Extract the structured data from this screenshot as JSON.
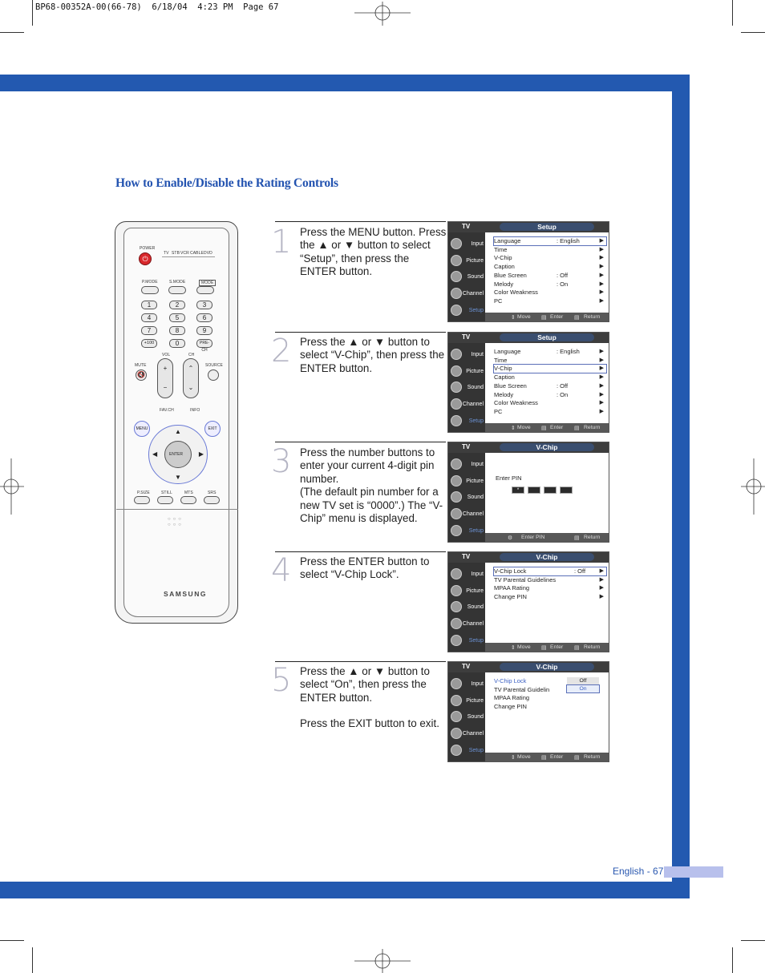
{
  "print_header": "BP68-00352A-00(66-78)  6/18/04  4:23 PM  Page 67",
  "heading": "How to Enable/Disable the Rating Controls",
  "footer": "English - 67",
  "colors": {
    "band": "#2359b0",
    "heading": "#2353b0",
    "footer_tab": "#b8c0ec"
  },
  "remote": {
    "brand": "SAMSUNG",
    "power_label": "POWER",
    "source_labels": [
      "TV",
      "STB",
      "VCR",
      "CABLE",
      "DVD"
    ],
    "mode_labels": [
      "P.MODE",
      "S.MODE",
      "MODE"
    ],
    "numbers": [
      "1",
      "2",
      "3",
      "4",
      "5",
      "6",
      "7",
      "8",
      "9",
      "+100",
      "0",
      "PRE-CH"
    ],
    "mid_labels": [
      "MUTE",
      "VOL",
      "CH",
      "SOURCE"
    ],
    "nav_labels": [
      "MENU",
      "FAV.CH",
      "INFO",
      "EXIT",
      "ENTER"
    ],
    "bottom_labels": [
      "P.SIZE",
      "STILL",
      "MTS",
      "SRS"
    ]
  },
  "steps": [
    {
      "num": "1",
      "lines": [
        "Press the MENU button. Press the ▲ or ▼ button to select “Setup”, then press the ENTER button."
      ]
    },
    {
      "num": "2",
      "lines": [
        "Press the ▲ or ▼ button to select “V-Chip”, then press the ENTER button."
      ]
    },
    {
      "num": "3",
      "lines": [
        "Press the number buttons to enter your current 4-digit pin number.",
        "(The default pin number for a new TV set is “0000”.) The “V-Chip” menu is displayed."
      ]
    },
    {
      "num": "4",
      "lines": [
        "Press the ENTER button to select “V-Chip Lock”."
      ]
    },
    {
      "num": "5",
      "lines": [
        "Press the ▲ or ▼ button to select “On”, then press the ENTER button.",
        "Press the EXIT button to exit."
      ]
    }
  ],
  "osd_common": {
    "tv_label": "TV",
    "sidebar": [
      "Input",
      "Picture",
      "Sound",
      "Channel",
      "Setup"
    ],
    "footer": {
      "move": "Move",
      "enter": "Enter",
      "return": "Return",
      "enter_pin": "Enter PIN"
    }
  },
  "screens": [
    {
      "title": "Setup",
      "selected": 0,
      "rows": [
        {
          "label": "Language",
          "value": ": English"
        },
        {
          "label": "Time",
          "value": ""
        },
        {
          "label": "V-Chip",
          "value": ""
        },
        {
          "label": "Caption",
          "value": ""
        },
        {
          "label": "Blue Screen",
          "value": ": Off"
        },
        {
          "label": "Melody",
          "value": ": On"
        },
        {
          "label": "Color Weakness",
          "value": ""
        },
        {
          "label": "PC",
          "value": ""
        }
      ]
    },
    {
      "title": "Setup",
      "selected": 2,
      "rows": [
        {
          "label": "Language",
          "value": ": English"
        },
        {
          "label": "Time",
          "value": ""
        },
        {
          "label": "V-Chip",
          "value": ""
        },
        {
          "label": "Caption",
          "value": ""
        },
        {
          "label": "Blue Screen",
          "value": ": Off"
        },
        {
          "label": "Melody",
          "value": ": On"
        },
        {
          "label": "Color Weakness",
          "value": ""
        },
        {
          "label": "PC",
          "value": ""
        }
      ]
    },
    {
      "title": "V-Chip",
      "pin_label": "Enter PIN",
      "pin_first": "*"
    },
    {
      "title": "V-Chip",
      "selected": 0,
      "rows": [
        {
          "label": "V-Chip Lock",
          "value": ": Off"
        },
        {
          "label": "TV Parental Guidelines",
          "value": ""
        },
        {
          "label": "MPAA Rating",
          "value": ""
        },
        {
          "label": "Change PIN",
          "value": ""
        }
      ]
    },
    {
      "title": "V-Chip",
      "rows": [
        {
          "label": "V-Chip Lock",
          "value": ""
        },
        {
          "label": "TV Parental Guidelin",
          "value": ""
        },
        {
          "label": "MPAA Rating",
          "value": ""
        },
        {
          "label": "Change PIN",
          "value": ""
        }
      ],
      "popup": [
        "Off",
        "On"
      ]
    }
  ]
}
